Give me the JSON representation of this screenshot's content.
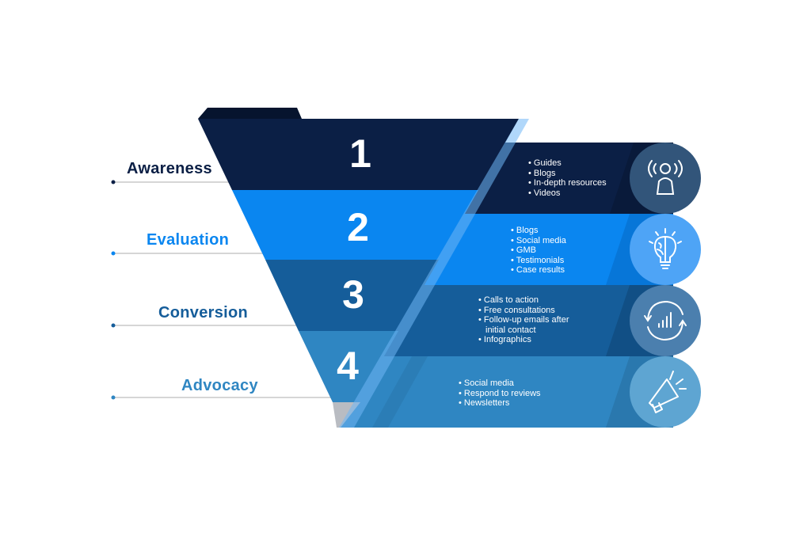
{
  "stages": [
    {
      "number": "1",
      "label": "Awareness",
      "color": "#0b1f45",
      "circle_color": "#32557a",
      "items": [
        "Guides",
        "Blogs",
        "In-depth resources",
        "Videos"
      ],
      "icon": "broadcast-person-icon"
    },
    {
      "number": "2",
      "label": "Evaluation",
      "color": "#0a86f0",
      "circle_color": "#4ea4f6",
      "items": [
        "Blogs",
        "Social media",
        "GMB",
        "Testimonials",
        "Case results"
      ],
      "icon": "brain-lightbulb-icon"
    },
    {
      "number": "3",
      "label": "Conversion",
      "color": "#155d9a",
      "circle_color": "#4b7fae",
      "items": [
        "Calls to action",
        "Free consultations",
        "Follow-up emails after",
        "initial contact",
        "Infographics"
      ],
      "icon": "cycle-chart-icon"
    },
    {
      "number": "4",
      "label": "Advocacy",
      "color": "#2f86c2",
      "circle_color": "#5ea5d2",
      "items": [
        "Social media",
        "Respond to reviews",
        "Newsletters"
      ],
      "icon": "megaphone-icon"
    }
  ]
}
